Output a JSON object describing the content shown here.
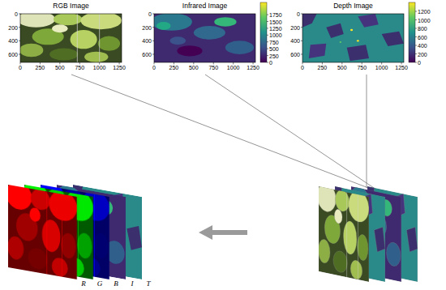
{
  "diagram": {
    "nodes": [
      {
        "text": [
          "RGB Image"
        ]
      },
      {
        "text": [
          "Infrared Image"
        ]
      },
      {
        "text": [
          "Depth Image"
        ]
      }
    ],
    "labels": [
      "0",
      "200",
      "400",
      "600",
      "0",
      "250",
      "500",
      "750",
      "1000",
      "1250",
      "0",
      "200",
      "400",
      "600",
      "0",
      "250",
      "500",
      "750",
      "1000",
      "1250",
      "1750",
      "1500",
      "1250",
      "1000",
      "750",
      "500",
      "250",
      "0",
      "0",
      "200",
      "400",
      "600",
      "0",
      "250",
      "500",
      "750",
      "1000",
      "1250",
      "1200",
      "1000",
      "800",
      "600",
      "400",
      "200",
      "0",
      "R",
      "G",
      "B",
      "I",
      "T"
    ]
  }
}
